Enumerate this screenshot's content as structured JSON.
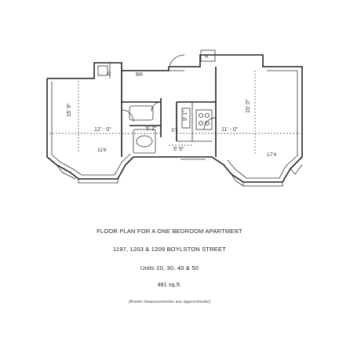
{
  "floor_plan": {
    "dimensions": {
      "left_bedroom_depth": "15' 9\"",
      "left_bedroom_width": "12' - 0\"",
      "right_living_depth": "15' 0\"",
      "right_living_width": "11' - 0\"",
      "kitchen_width": "9' 1\"",
      "closet_width": "5' 2\"",
      "bath_width": "5' 5\""
    },
    "room_labels": {
      "left_bay": "11'6",
      "right_bay": "17'4",
      "closet_small": "BR",
      "kitchen_left": "ST",
      "upper_right": "R",
      "upper_left_closet": "C"
    }
  },
  "caption": {
    "title": "FLOOR PLAN FOR A ONE BEDROOM APARTMENT",
    "address": "1197, 1203 & 1209 BOYLSTON STREET",
    "units": "Units 20, 30, 40 & 50",
    "area": "481 sq.ft.",
    "note": "(Room measurements are approximate)"
  }
}
